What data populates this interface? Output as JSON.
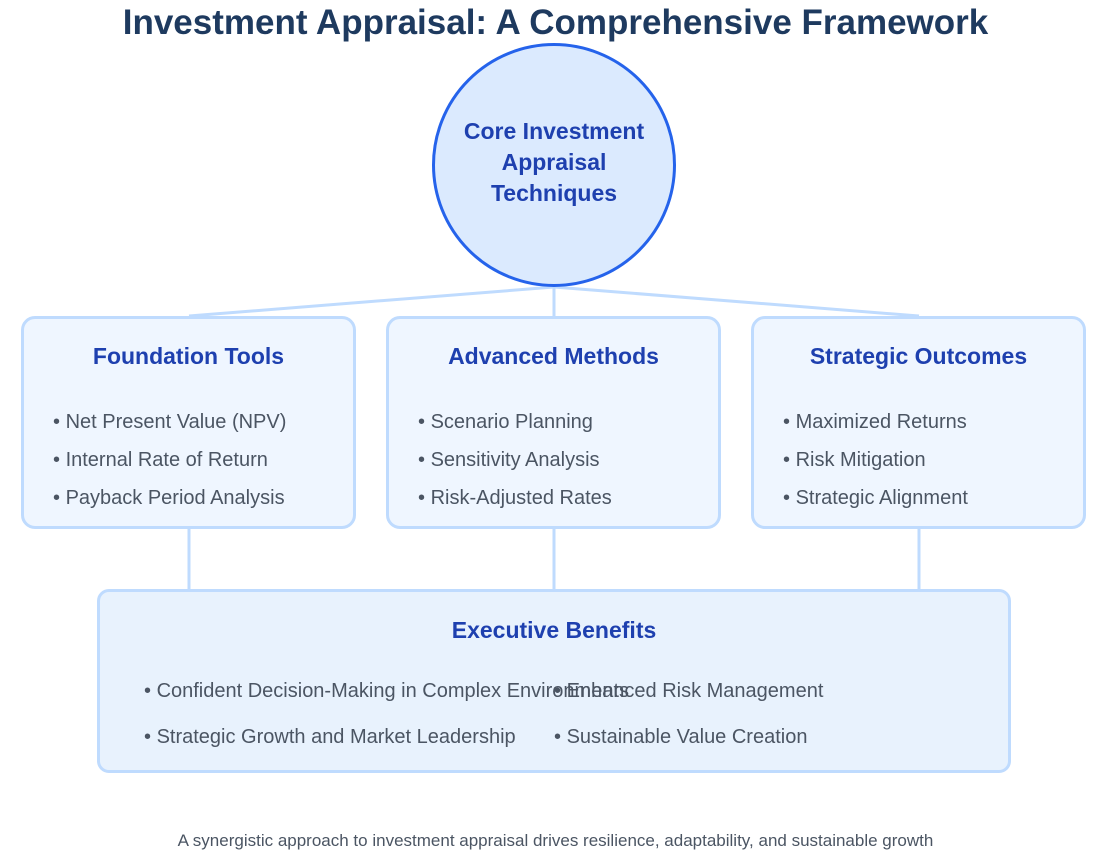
{
  "title": "Investment Appraisal: A Comprehensive Framework",
  "core": {
    "label": "Core Investment Appraisal Techniques"
  },
  "categories": [
    {
      "title": "Foundation Tools",
      "items": [
        "Net Present Value (NPV)",
        "Internal Rate of Return",
        "Payback Period Analysis"
      ]
    },
    {
      "title": "Advanced Methods",
      "items": [
        "Scenario Planning",
        "Sensitivity Analysis",
        "Risk-Adjusted Rates"
      ]
    },
    {
      "title": "Strategic Outcomes",
      "items": [
        "Maximized Returns",
        "Risk Mitigation",
        "Strategic Alignment"
      ]
    }
  ],
  "executive": {
    "title": "Executive Benefits",
    "items": [
      "Confident Decision-Making in Complex Environments",
      "Enhanced Risk Management",
      "Strategic Growth and Market Leadership",
      "Sustainable Value Creation"
    ]
  },
  "footer": "A synergistic approach to investment appraisal drives resilience, adaptability, and sustainable growth",
  "colors": {
    "title": "#1e3a5f",
    "accent": "#2563eb",
    "heading": "#1e40af",
    "card_fill": "#eff6ff",
    "card_border": "#bfdbfe",
    "connector": "#bfdbfe",
    "body_text": "#4b5563"
  }
}
